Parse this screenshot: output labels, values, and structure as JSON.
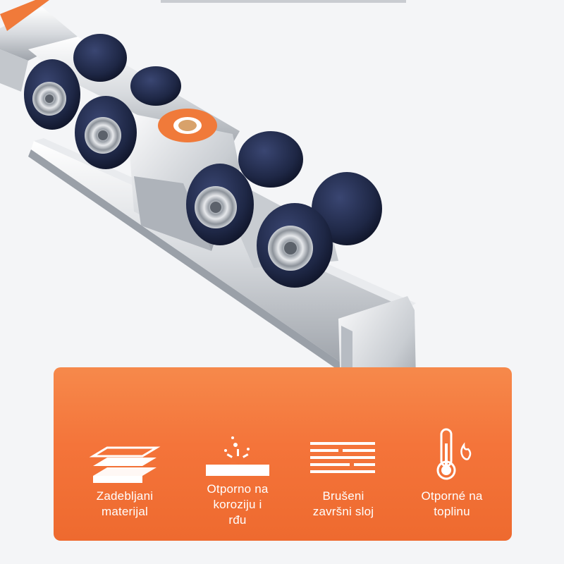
{
  "features": [
    {
      "icon": "layered-sheets-icon",
      "label_line1": "Zadebljani",
      "label_line2": "materijal",
      "label_line3": ""
    },
    {
      "icon": "corrosion-impact-icon",
      "label_line1": "Otporno na",
      "label_line2": "koroziju i",
      "label_line3": "rđu"
    },
    {
      "icon": "brushed-lines-icon",
      "label_line1": "Brušeni",
      "label_line2": "završni sloj",
      "label_line3": ""
    },
    {
      "icon": "thermometer-fire-icon",
      "label_line1": "Otporné na",
      "label_line2": "toplinu",
      "label_line3": ""
    }
  ],
  "colors": {
    "panel_orange": "#f4743a",
    "wheel_navy": "#1e2745",
    "accent_orange": "#f07a3a",
    "background": "#f4f5f7"
  }
}
